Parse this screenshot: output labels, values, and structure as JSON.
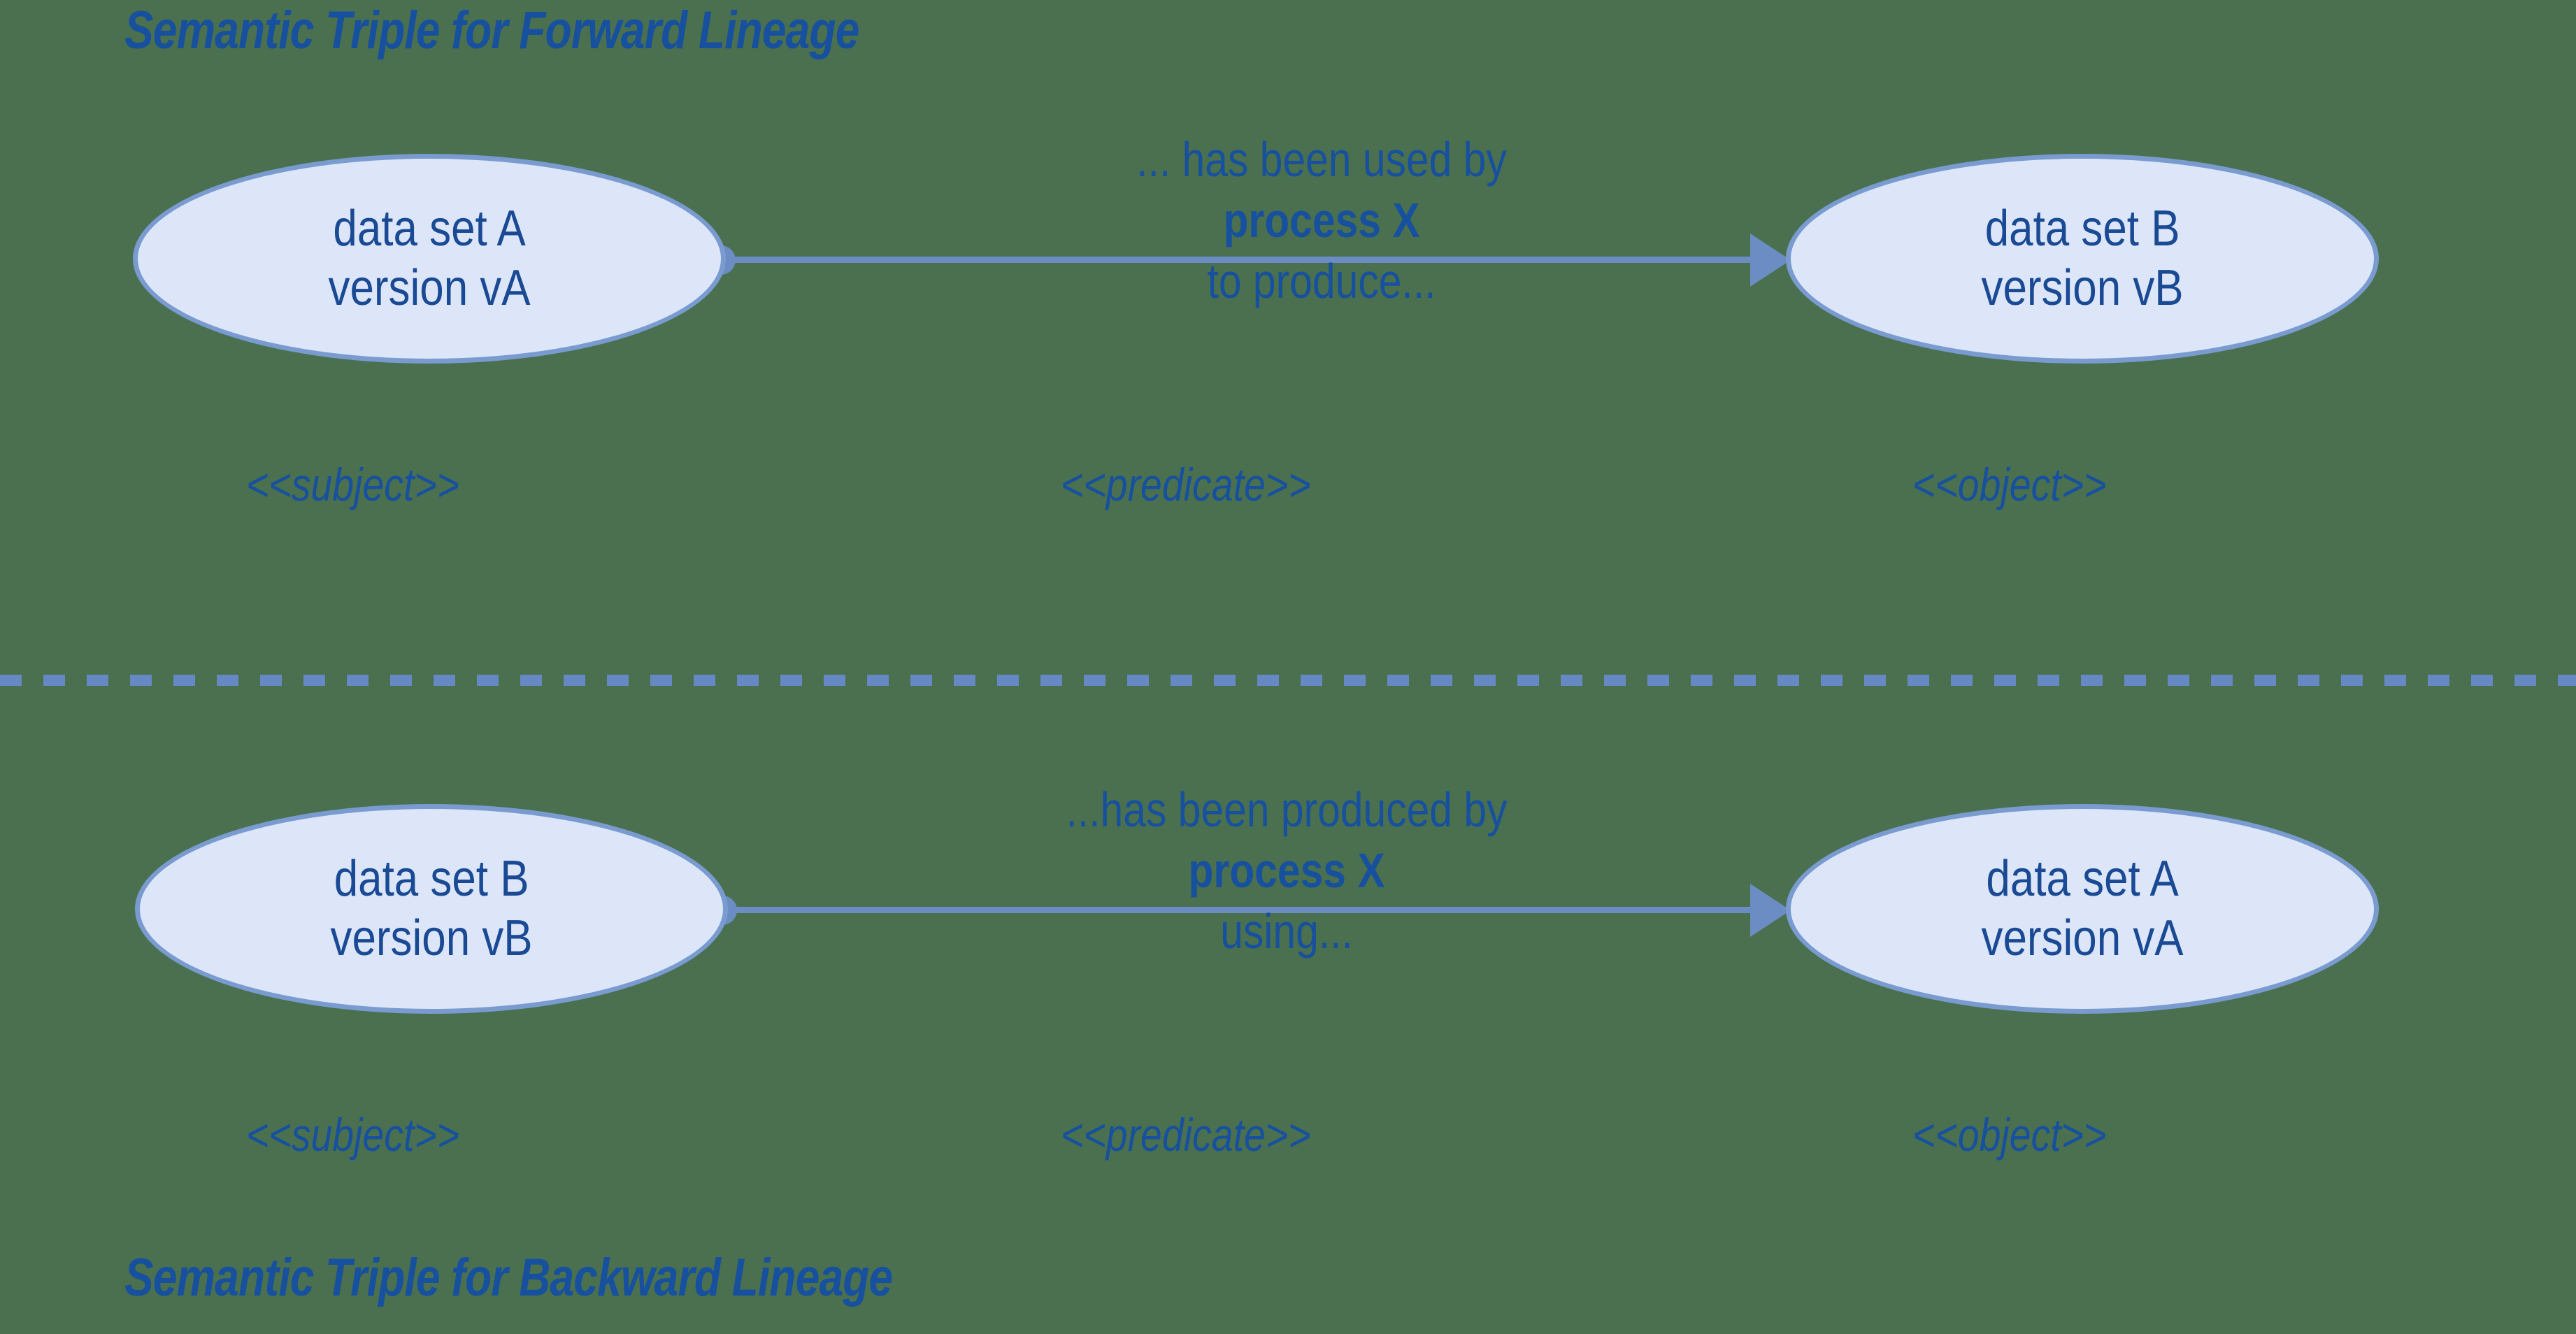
{
  "background_color": "#4a7050",
  "accent_colors": {
    "text_blue": "#16509e",
    "node_text_blue": "#1a4a94",
    "node_fill": "#dce6f8",
    "node_stroke": "#7a9bd0",
    "edge_blue": "#6b8dc4",
    "divider_blue": "#6689c4"
  },
  "forward": {
    "title": "Semantic Triple for Forward Lineage",
    "subject_node": {
      "line1": "data set A",
      "line2": "version vA"
    },
    "predicate": {
      "line1": "... has been used by",
      "line2": "process X",
      "line3": "to produce..."
    },
    "object_node": {
      "line1": "data set B",
      "line2": "version vB"
    },
    "roles": {
      "subject": "<<subject>>",
      "predicate": "<<predicate>>",
      "object": "<<object>>"
    }
  },
  "backward": {
    "title": "Semantic Triple for Backward Lineage",
    "subject_node": {
      "line1": "data set B",
      "line2": "version vB"
    },
    "predicate": {
      "line1": "...has been produced by",
      "line2": "process X",
      "line3": "using..."
    },
    "object_node": {
      "line1": "data set A",
      "line2": "version vA"
    },
    "roles": {
      "subject": "<<subject>>",
      "predicate": "<<predicate>>",
      "object": "<<object>>"
    }
  }
}
